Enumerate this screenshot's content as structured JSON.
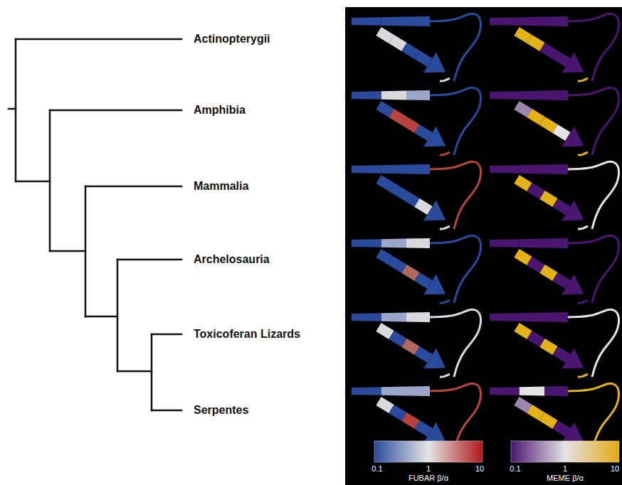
{
  "diagram": {
    "labels": [
      "Actinopterygii",
      "Amphibia",
      "Mammalia",
      "Archelosauria",
      "Toxicoferan Lizards",
      "Serpentes",
      "0.1",
      "1",
      "10",
      "FUBAR β/α",
      "0.1",
      "1",
      "10",
      "MEME β/α"
    ]
  }
}
